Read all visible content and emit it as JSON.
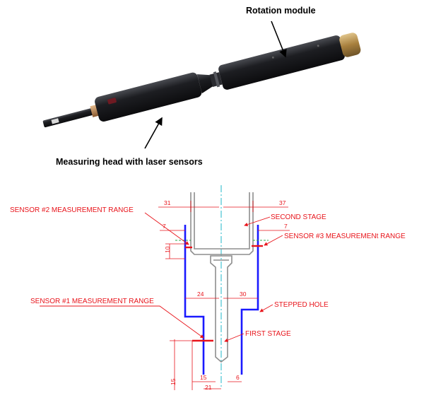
{
  "photo": {
    "rotation_label": "Rotation module",
    "head_label": "Measuring head with laser sensors"
  },
  "drawing": {
    "sensor2_label": "SENSOR #2 MEASUREMENT RANGE",
    "sensor3_label": "SENSOR #3 MEASUREMENt RANGE",
    "sensor1_label": "SENSOR #1 MEASUREMENT RANGE",
    "second_stage_label": "SECOND STAGE",
    "stepped_hole_label": "STEPPED HOLE",
    "first_stage_label": "FIRST STAGE",
    "dims": {
      "d31": "31",
      "d37": "37",
      "d7_left": "7",
      "d7_right": "7",
      "d10": "10",
      "d24": "24",
      "d30": "30",
      "d15_bottom": "15",
      "d6": "6",
      "d21": "21",
      "d15_side": "15"
    }
  },
  "colors": {
    "annotation": "#e8141b",
    "hole_outline": "#1a1aff",
    "centerline": "#1fb7c9",
    "probe_body": "#1b1c1f",
    "brass": "#b08a45"
  }
}
